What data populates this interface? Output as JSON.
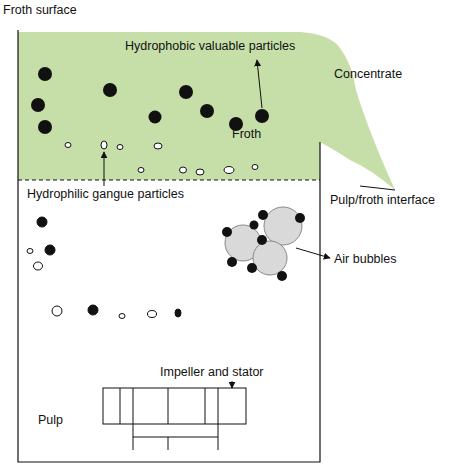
{
  "diagram": {
    "labels": [
      "Froth surface",
      "Hydrophobic valuable particles",
      "Concentrate",
      "Froth",
      "Pulp/froth interface",
      "Hydrophilic gangue particles",
      "Air bubbles",
      "Impeller and stator",
      "Pulp"
    ]
  }
}
